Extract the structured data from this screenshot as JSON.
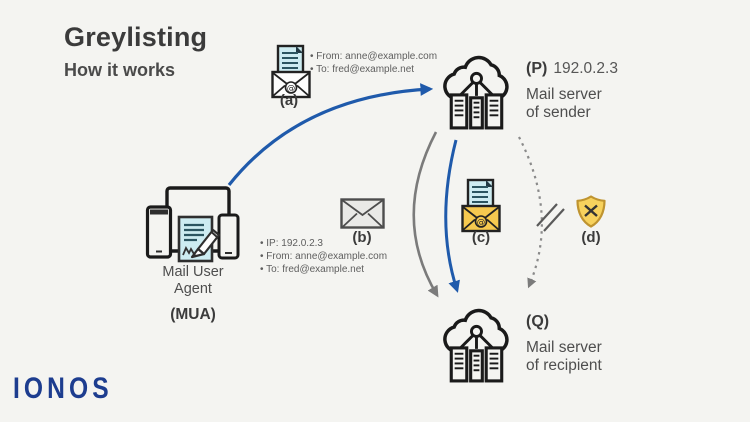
{
  "title": "Greylisting",
  "subtitle": "How it works",
  "brand": {
    "logo": "IONOS"
  },
  "colors": {
    "background": "#f4f4f1",
    "arrow_blue": "#1f5aab",
    "arrow_gray": "#7b7b7b",
    "dotted_gray": "#8a8a8a",
    "icon_ink": "#1a1a1a",
    "doc_teal": "#cdecf1",
    "envelope_gold": "#f6c94f",
    "shield_gold": "#f7d25d",
    "logo_navy": "#1d3d8f",
    "text_dark": "#3b3b3b",
    "text_body": "#4e4e4e",
    "text_muted": "#5e5e5e"
  },
  "nodes": {
    "mua": {
      "name_line1": "Mail User",
      "name_line2": "Agent",
      "abbr": "(MUA)"
    },
    "sender": {
      "id": "(P)",
      "ip": "192.0.2.3",
      "desc_line1": "Mail server",
      "desc_line2": "of sender"
    },
    "recipient": {
      "id": "(Q)",
      "desc_line1": "Mail server",
      "desc_line2": "of recipient"
    }
  },
  "steps": {
    "a": {
      "label": "(a)",
      "details": [
        "• From: anne@example.com",
        "• To: fred@example.net"
      ]
    },
    "b": {
      "label": "(b)",
      "details": [
        "• IP: 192.0.2.3",
        "• From: anne@example.com",
        "• To: fred@example.net"
      ]
    },
    "c": {
      "label": "(c)"
    },
    "d": {
      "label": "(d)"
    }
  }
}
